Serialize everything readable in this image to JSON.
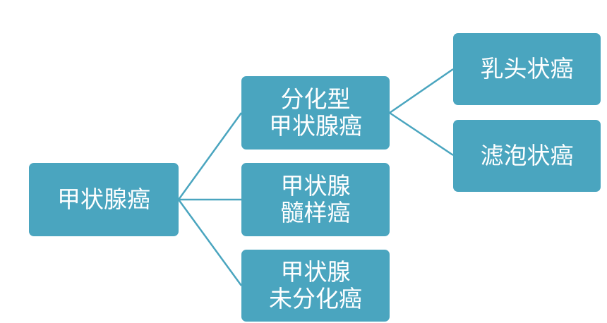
{
  "colors": {
    "node_fill": "#4aa5bf",
    "connector": "#4aa5bf",
    "text": "#ffffff"
  },
  "root": {
    "label": "甲状腺癌"
  },
  "types": [
    {
      "lines": [
        "分化型",
        "甲状腺癌"
      ]
    },
    {
      "lines": [
        "甲状腺",
        "髓样癌"
      ]
    },
    {
      "lines": [
        "甲状腺",
        "未分化癌"
      ]
    }
  ],
  "subtypes": [
    {
      "label": "乳头状癌"
    },
    {
      "label": "滤泡状癌"
    }
  ]
}
